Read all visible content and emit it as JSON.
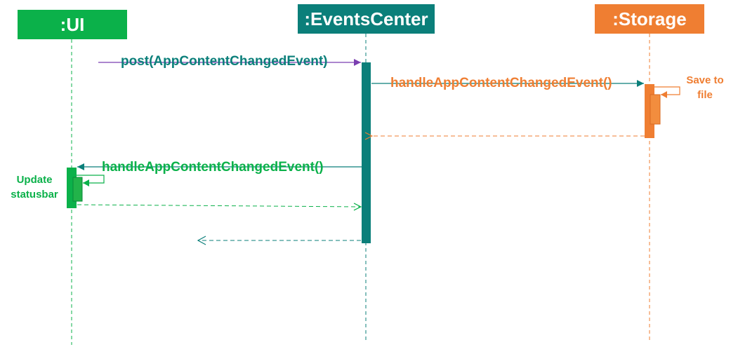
{
  "diagram": {
    "colors": {
      "ui": "#0bb14a",
      "events_center": "#0b7f7a",
      "storage": "#ef7e32",
      "post_arrow": "#7b3fb0"
    },
    "lifelines": {
      "ui": {
        "label": ":UI"
      },
      "events_center": {
        "label": ":EventsCenter"
      },
      "storage": {
        "label": ":Storage"
      }
    },
    "messages": {
      "post": {
        "label": "post(AppContentChangedEvent)"
      },
      "storage_handle": {
        "label": "handleAppContentChangedEvent()"
      },
      "ui_handle": {
        "label": "handleAppContentChangedEvent()"
      }
    },
    "notes": {
      "save_to_file": {
        "line1": "Save to",
        "line2": "file"
      },
      "update_statusbar": {
        "line1": "Update",
        "line2": "statusbar"
      }
    }
  }
}
